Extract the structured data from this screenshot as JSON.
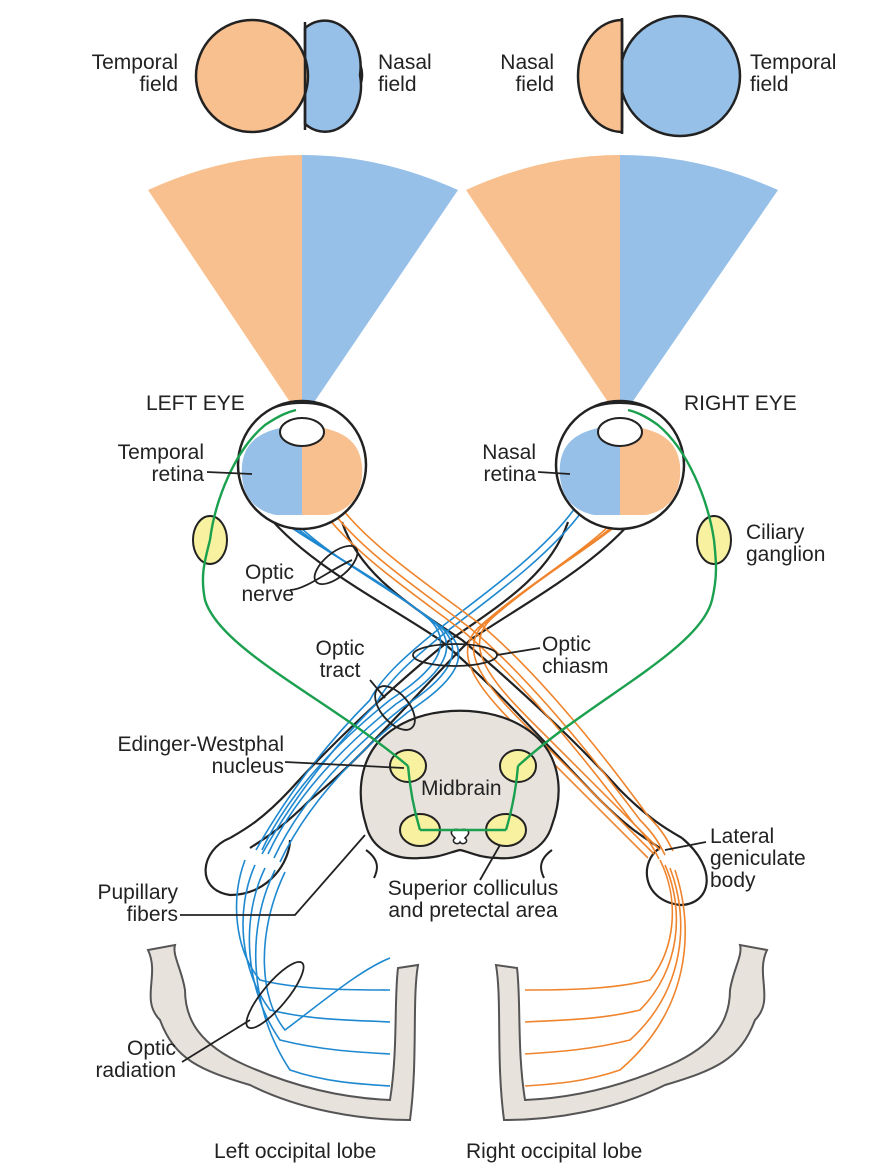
{
  "labels": {
    "temporal_field_left": [
      "Temporal",
      "field"
    ],
    "nasal_field_left": [
      "Nasal",
      "field"
    ],
    "nasal_field_right": [
      "Nasal",
      "field"
    ],
    "temporal_field_right": [
      "Temporal",
      "field"
    ],
    "left_eye": "LEFT EYE",
    "right_eye": "RIGHT EYE",
    "temporal_retina": [
      "Temporal",
      "retina"
    ],
    "nasal_retina": [
      "Nasal",
      "retina"
    ],
    "ciliary_ganglion": [
      "Ciliary",
      "ganglion"
    ],
    "optic_nerve": [
      "Optic",
      "nerve"
    ],
    "optic_tract": [
      "Optic",
      "tract"
    ],
    "optic_chiasm": [
      "Optic",
      "chiasm"
    ],
    "edinger_westphal": [
      "Edinger-Westphal",
      "nucleus"
    ],
    "midbrain": "Midbrain",
    "lateral_geniculate": [
      "Lateral",
      "geniculate",
      "body"
    ],
    "pupillary_fibers": [
      "Pupillary",
      "fibers"
    ],
    "superior_colliculus": [
      "Superior colliculus",
      "and pretectal area"
    ],
    "optic_radiation": [
      "Optic",
      "radiation"
    ],
    "left_occipital": "Left occipital lobe",
    "right_occipital": "Right occipital lobe"
  },
  "colors": {
    "temporal_orange": "#f9c08f",
    "nasal_blue": "#97c0e8",
    "fiber_blue": "#1e88d0",
    "fiber_orange": "#f0842c",
    "pupillary_green": "#1aa04e",
    "ganglion_yellow": "#f8f2a0",
    "tissue_gray": "#e8e2dd"
  }
}
